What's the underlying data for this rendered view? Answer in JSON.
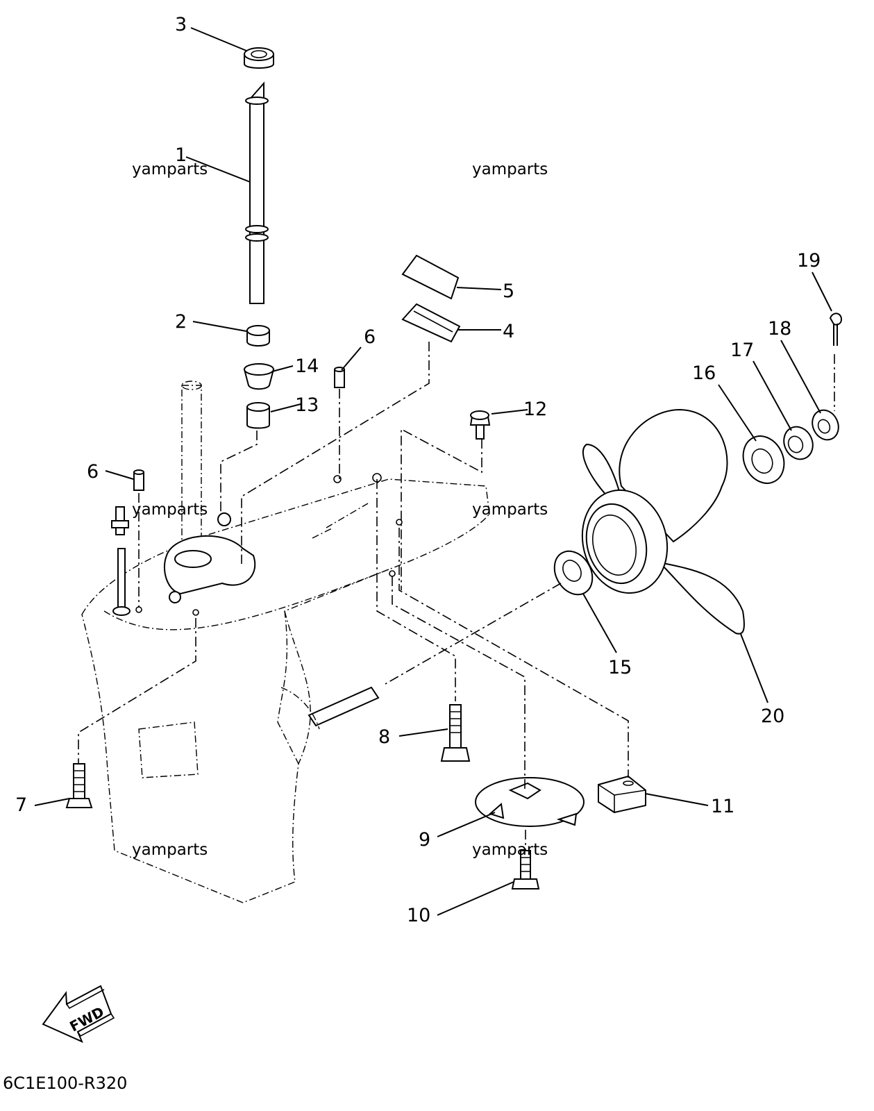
{
  "diagram": {
    "drawing_code": "6C1E100-R320",
    "direction_label": "FWD",
    "watermark": "yamparts",
    "callouts": {
      "c1": "1",
      "c2": "2",
      "c3": "3",
      "c4": "4",
      "c5": "5",
      "c6a": "6",
      "c6b": "6",
      "c7": "7",
      "c8": "8",
      "c9": "9",
      "c10": "10",
      "c11": "11",
      "c12": "12",
      "c13": "13",
      "c14": "14",
      "c15": "15",
      "c16": "16",
      "c17": "17",
      "c18": "18",
      "c19": "19",
      "c20": "20"
    }
  }
}
